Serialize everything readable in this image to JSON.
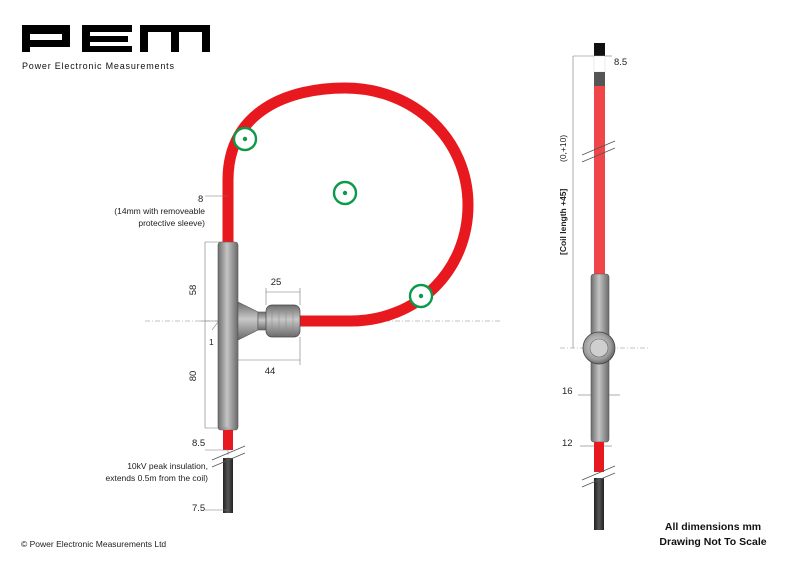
{
  "brand": {
    "logo_text": "PEM",
    "tagline": "Power Electronic Measurements"
  },
  "front_view": {
    "coil_width": "8",
    "sleeve_note_1": "(14mm with removeable",
    "sleeve_note_2": "protective sleeve)",
    "body_upper": "58",
    "body_lower": "80",
    "offset": "1",
    "connector_dia": "25",
    "connector_len": "44",
    "cable_upper": "8.5",
    "cable_lower": "7.5",
    "insulation_note_1": "10kV peak insulation,",
    "insulation_note_2": "extends 0.5m from the coil)"
  },
  "side_view": {
    "tip": "8.5",
    "coil_length_label": "[Coil length +45]",
    "tolerance": "(0,+10)",
    "body_dia": "16",
    "cable_dia": "12"
  },
  "footer": {
    "copyright": "© Power Electronic Measurements Ltd",
    "units_note": "All dimensions mm",
    "scale_note": "Drawing Not To Scale"
  },
  "colors": {
    "coil_red": "#e8191e",
    "coil_light_red": "#f0464a",
    "body_grey": "#8c8c8c",
    "cable_dark": "#3a3a3a",
    "marker_green": "#0a9a4a"
  }
}
